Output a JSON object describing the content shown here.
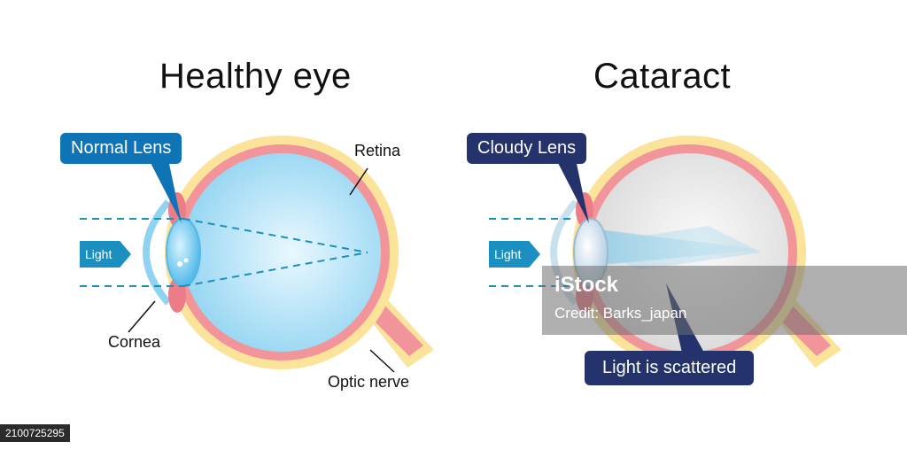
{
  "titles": {
    "left": "Healthy eye",
    "right": "Cataract"
  },
  "callouts": {
    "normal": "Normal Lens",
    "cloudy": "Cloudy Lens",
    "scatter": "Light is scattered"
  },
  "labels": {
    "retina": "Retina",
    "cornea": "Cornea",
    "optic": "Optic nerve"
  },
  "light_arrow": "Light",
  "watermark": {
    "brand": "iStock",
    "credit": "Credit: Barks_japan"
  },
  "image_id": "2100725295",
  "colors": {
    "sclera": "#fbe39a",
    "choroid": "#f2959a",
    "vitreous": "#b5e5f8",
    "cloudy": "#eeeeee",
    "lens": "#7fd0f2",
    "callout_blue": "#0f74b5",
    "callout_navy": "#24336b"
  }
}
